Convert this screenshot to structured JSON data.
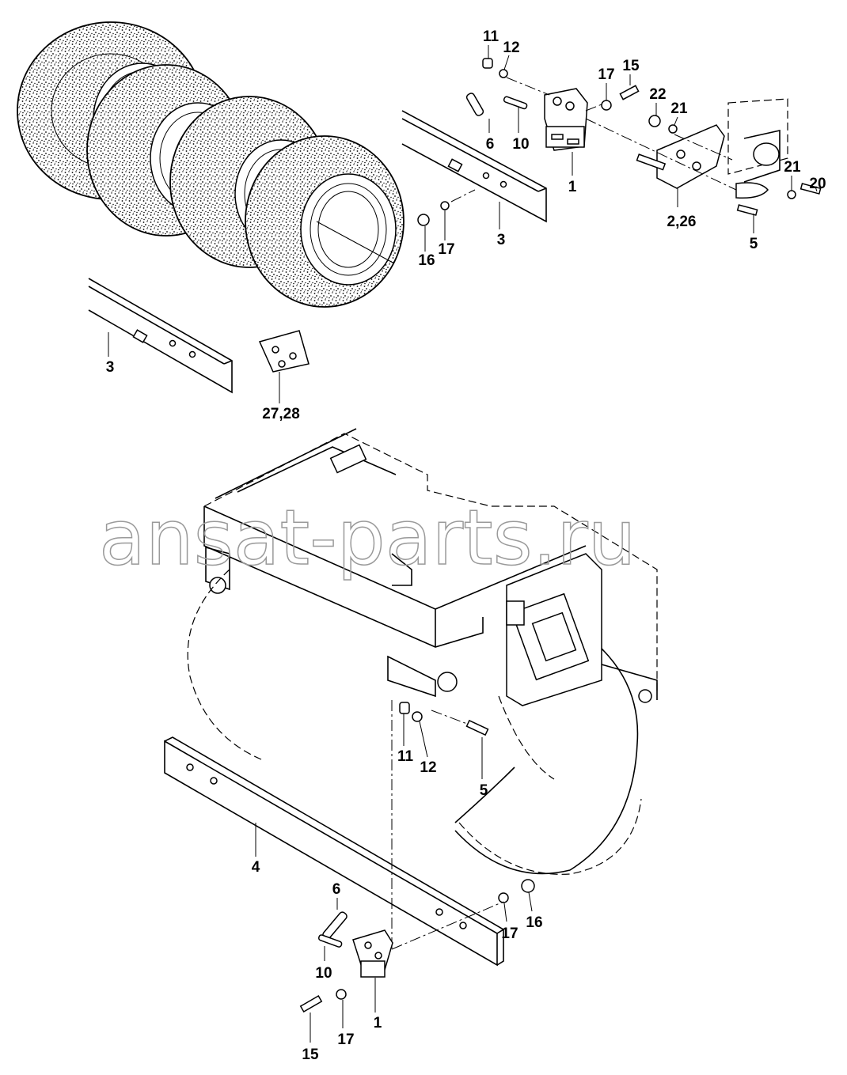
{
  "watermark": "ansat-parts.ru",
  "callouts": {
    "c11_top": "11",
    "c12_top": "12",
    "c6_top": "6",
    "c10_top": "10",
    "c1_top": "1",
    "c17_top": "17",
    "c15_top": "15",
    "c22": "22",
    "c21_a": "21",
    "c21_b": "21",
    "c20": "20",
    "c2_26": "2,26",
    "c5_top": "5",
    "c3_mid": "3",
    "c16_mid": "16",
    "c17_mid": "17",
    "c3_left": "3",
    "c27_28": "27,28",
    "c11_bot": "11",
    "c12_bot": "12",
    "c5_bot": "5",
    "c4": "4",
    "c6_bot": "6",
    "c17_bot_r": "17",
    "c16_bot": "16",
    "c10_bot": "10",
    "c1_bot": "1",
    "c15_bot": "15",
    "c17_bot": "17"
  },
  "colors": {
    "ink": "#000000",
    "paper": "#ffffff",
    "watermark": "#9a9a9a"
  }
}
